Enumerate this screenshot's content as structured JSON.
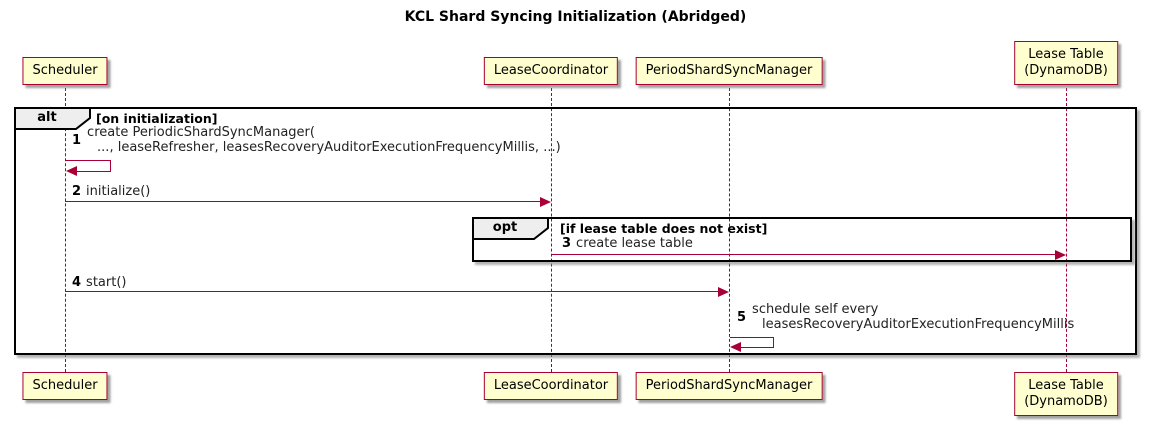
{
  "title": "KCL Shard Syncing Initialization (Abridged)",
  "participants": [
    {
      "label": "Scheduler"
    },
    {
      "label": "LeaseCoordinator"
    },
    {
      "label": "PeriodShardSyncManager"
    },
    {
      "label": "Lease Table",
      "label2": "(DynamoDB)"
    }
  ],
  "frames": {
    "alt": {
      "label": "alt",
      "condition": "[on initialization]"
    },
    "opt": {
      "label": "opt",
      "condition": "[if lease table does not exist]"
    }
  },
  "messages": [
    {
      "num": "1",
      "line1": "create PeriodicShardSyncManager(",
      "line2": "..., leaseRefresher, leasesRecoveryAuditorExecutionFrequencyMillis, ...)"
    },
    {
      "num": "2",
      "text": "initialize()"
    },
    {
      "num": "3",
      "text": "create lease table"
    },
    {
      "num": "4",
      "text": "start()"
    },
    {
      "num": "5",
      "line1": "schedule self every",
      "line2": "leasesRecoveryAuditorExecutionFrequencyMillis"
    }
  ],
  "colors": {
    "participant_fill": "#FEFECE",
    "participant_border": "#A80036",
    "arrow": "#A80036",
    "frame_border": "#000000",
    "frame_label_fill": "#EEEEEE"
  }
}
